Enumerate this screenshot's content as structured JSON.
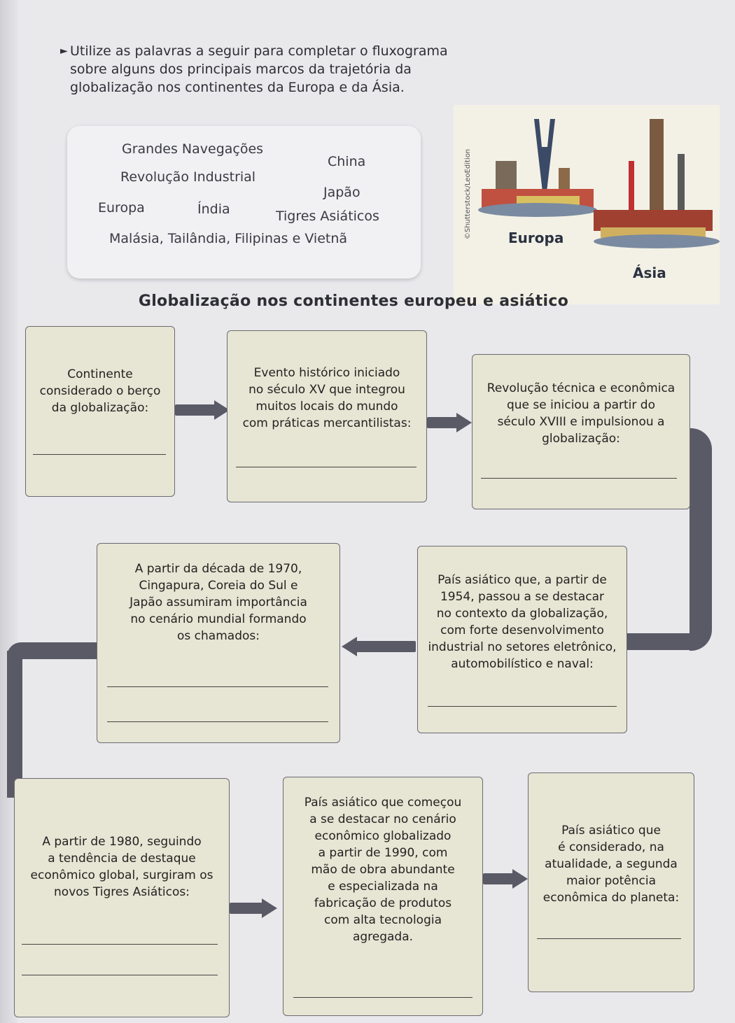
{
  "instructions": {
    "text": "Utilize as palavras a seguir para completar o fluxograma sobre alguns dos principais marcos da trajetória da globalização nos continentes da Europa e da Ásia."
  },
  "word_bank": {
    "w1": "Grandes Navegações",
    "w2": "China",
    "w3": "Revolução Industrial",
    "w4": "Japão",
    "w5": "Europa",
    "w6": "Índia",
    "w7": "Tigres Asiáticos",
    "w8": "Malásia, Tailândia, Filipinas e Vietnã"
  },
  "illustration": {
    "europe_label": "Europa",
    "asia_label": "Ásia",
    "credit": "©Shutterstock/LeoEdition"
  },
  "flowchart": {
    "title": "Globalização nos continentes europeu e asiático",
    "box1": "Continente\nconsiderado o berço\nda globalização:",
    "box2": "Evento histórico iniciado\nno século XV que integrou\nmuitos locais do mundo\ncom práticas mercantilistas:",
    "box3": "Revolução técnica e econômica\nque se iniciou a partir do\nséculo XVIII e impulsionou a\nglobalização:",
    "box4": "País asiático que, a partir de\n1954, passou a se destacar\nno contexto da globalização,\ncom forte desenvolvimento\nindustrial no setores eletrônico,\nautomobilístico e naval:",
    "box5": "A partir da década de 1970,\nCingapura, Coreia do Sul e\nJapão assumiram importância\nno cenário mundial formando\nos chamados:",
    "box6": "A partir de 1980, seguindo\na tendência de destaque\neconômico global, surgiram os\nnovos Tigres Asiáticos:",
    "box7": "País asiático que começou\na se destacar no cenário\neconômico globalizado\na partir de 1990, com\nmão de obra abundante\ne especializada na\nfabricação de produtos\ncom alta tecnologia\nagregada.",
    "box8": "País asiático que\né considerado, na\natualidade, a segunda\nmaior potência\neconômica do planeta:"
  }
}
